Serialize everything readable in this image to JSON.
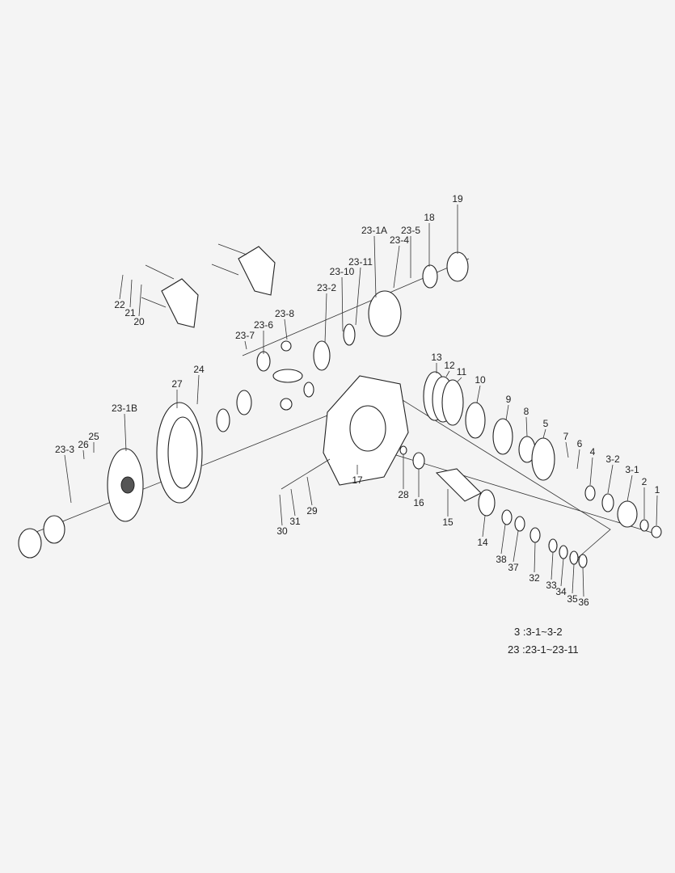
{
  "diagram": {
    "labels": [
      "19",
      "18",
      "23-5",
      "23-4",
      "23-1A",
      "23-11",
      "23-10",
      "23-2",
      "23-8",
      "23-6",
      "23-7",
      "22",
      "21",
      "20",
      "27",
      "24",
      "23-1B",
      "25",
      "26",
      "23-3",
      "13",
      "12",
      "11",
      "10",
      "9",
      "8",
      "5",
      "7",
      "6",
      "4",
      "3-2",
      "3-1",
      "2",
      "1",
      "17",
      "28",
      "16",
      "15",
      "14",
      "38",
      "37",
      "32",
      "33",
      "34",
      "35",
      "36",
      "29",
      "31",
      "30"
    ],
    "notes": [
      "3 :3-1~3-2",
      "23 :23-1~23-11"
    ]
  }
}
